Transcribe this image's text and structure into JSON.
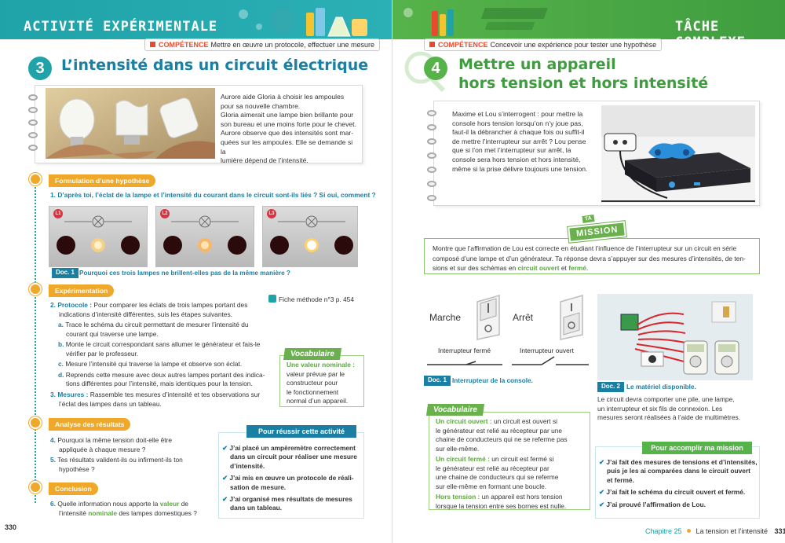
{
  "left_page": {
    "banner_title": "ACTIVITÉ EXPÉRIMENTALE",
    "competence": {
      "label": "COMPÉTENCE",
      "text": "Mettre en œuvre un protocole, effectuer une mesure"
    },
    "activity_number": "3",
    "activity_title": "L’intensité dans un circuit électrique",
    "story": [
      "Aurore aide Gloria à choisir les ampoules",
      "pour sa nouvelle chambre.",
      "Gloria aimerait une lampe bien brillante pour",
      "son bureau et une moins forte pour le chevet.",
      "Aurore observe que des intensités sont mar-",
      "quées sur les ampoules. Elle se demande si la",
      "lumière dépend de l’intensité."
    ],
    "hypothesis": {
      "section": "Formulation d’une hypothèse",
      "q_num": "1.",
      "q_text": "D’après toi, l’éclat de la lampe et l’intensité du courant dans le circuit sont-ils liés ? Si oui, comment ?"
    },
    "lamps": [
      "L1",
      "L2",
      "L3"
    ],
    "doc1": {
      "tag": "Doc. 1",
      "caption": "Pourquoi ces trois lampes ne brillent-elles pas de la même manière ?"
    },
    "experimentation": {
      "section": "Expérimentation",
      "fiche": "Fiche méthode n°3 p. 454",
      "q2_num": "2.",
      "q2_label": "Protocole :",
      "q2_text_1": "Pour comparer les éclats de trois lampes portant des",
      "q2_text_2": "indications d’intensité différentes, suis les étapes suivantes.",
      "steps": [
        {
          "letter": "a.",
          "line1": "Trace le schéma du circuit permettant de mesurer l’intensité du",
          "line2": "courant qui traverse une lampe."
        },
        {
          "letter": "b.",
          "line1": "Monte le circuit correspondant sans allumer le générateur et fais-le",
          "line2": "vérifier par le professeur."
        },
        {
          "letter": "c.",
          "line1": "Mesure l’intensité qui traverse la lampe et observe son éclat.",
          "line2": ""
        },
        {
          "letter": "d.",
          "line1": "Reprends cette mesure avec deux autres lampes portant des indica-",
          "line2": "tions différentes pour l’intensité, mais identiques pour la tension."
        }
      ],
      "q3_num": "3.",
      "q3_label": "Mesures :",
      "q3_text_1": "Rassemble tes mesures d’intensité et tes observations sur",
      "q3_text_2": "l’éclat des lampes dans un tableau."
    },
    "vocab": {
      "tag": "Vocabulaire",
      "term": "Une valeur nominale :",
      "lines": [
        "valeur prévue par le",
        "constructeur pour",
        "le fonctionnement",
        "normal d’un appareil."
      ]
    },
    "analyse": {
      "section": "Analyse des résultats",
      "q4_num": "4.",
      "q4_lines": [
        "Pourquoi la même tension doit-elle être",
        "appliquée à chaque mesure ?"
      ],
      "q5_num": "5.",
      "q5_lines": [
        "Tes résultats valident-ils ou infirment-ils ton",
        "hypothèse ?"
      ]
    },
    "reussir": {
      "tag": "Pour réussir cette activité",
      "items": [
        [
          "J’ai placé un ampèremètre correctement",
          "dans un circuit pour réaliser une mesure",
          "d’intensité."
        ],
        [
          "J’ai mis en œuvre un protocole de réali-",
          "sation de mesure."
        ],
        [
          "J’ai organisé mes résultats de mesures",
          "dans un tableau."
        ]
      ]
    },
    "conclusion": {
      "section": "Conclusion",
      "q6_num": "6.",
      "q6_pre": "Quelle information nous apporte la",
      "q6_kw1": "valeur",
      "q6_de": "de",
      "q6_pre2": "l’intensité",
      "q6_kw2": "nominale",
      "q6_post": "des lampes domestiques ?"
    },
    "page_number": "330"
  },
  "right_page": {
    "banner_title": "TÂCHE COMPLEXE",
    "competence": {
      "label": "COMPÉTENCE",
      "text": "Concevoir une expérience pour tester une hypothèse"
    },
    "activity_number": "4",
    "activity_title_1": "Mettre un appareil",
    "activity_title_2": "hors tension et hors intensité",
    "story": [
      "Maxime et Lou s’interrogent : pour mettre la",
      "console hors tension lorsqu’on n’y joue pas,",
      "faut-il la débrancher à chaque fois ou suffit-il",
      "de mettre l’interrupteur sur arrêt ? Lou pense",
      "que si l’on met l’interrupteur sur arrêt, la",
      "console sera hors tension et hors intensité,",
      "même si la prise délivre toujours une tension."
    ],
    "mission": {
      "tag_small": "TA",
      "tag": "MISSION",
      "lines": [
        "Montre que l’affirmation de Lou est correcte en étudiant l’influence de l’interrupteur sur un circuit en série",
        "composé d’une lampe et d’un générateur. Ta réponse devra s’appuyer sur des mesures d’intensités, de ten-"
      ],
      "line3_pre": "sions et sur des schémas en",
      "kw1": "circuit ouvert",
      "and": "et",
      "kw2": "fermé",
      "dot": "."
    },
    "switches": {
      "marche": "Marche",
      "arret": "Arrêt",
      "ferme": "Interrupteur fermé",
      "ouvert": "Interrupteur ouvert"
    },
    "doc1": {
      "tag": "Doc. 1",
      "caption": "Interrupteur de la console."
    },
    "doc2": {
      "tag": "Doc. 2",
      "caption": "Le matériel disponible."
    },
    "materiel": [
      "Le circuit devra comporter une pile, une lampe,",
      "un interrupteur et six fils de connexion. Les",
      "mesures seront réalisées à l’aide de multimètres."
    ],
    "vocab": {
      "tag": "Vocabulaire",
      "entries": [
        {
          "term": "Un circuit ouvert :",
          "lines": [
            "un circuit est ouvert si",
            "le générateur est relié au récepteur par une",
            "chaine de conducteurs qui ne se referme pas",
            "sur elle-même."
          ]
        },
        {
          "term": "Un circuit fermé :",
          "lines": [
            "un circuit est fermé si",
            "le générateur est relié au récepteur par",
            "une chaine de conducteurs qui se referme",
            "sur elle-même en formant une boucle."
          ]
        },
        {
          "term": "Hors tension :",
          "lines": [
            "un appareil est hors tension",
            "lorsque la tension entre ses bornes est nulle."
          ]
        }
      ]
    },
    "accomplir": {
      "tag": "Pour accomplir ma mission",
      "items": [
        [
          "J’ai fait des mesures de tensions et d’intensités,",
          "puis je les ai comparées dans le circuit ouvert",
          "et fermé."
        ],
        [
          "J’ai fait le schéma du circuit ouvert et fermé."
        ],
        [
          "J’ai prouvé l’affirmation de Lou."
        ]
      ]
    },
    "footer_chapter": "Chapitre 25",
    "footer_title": "La tension et l’intensité",
    "page_number": "331"
  },
  "colors": {
    "teal": "#1fa3a9",
    "green": "#56b34a",
    "orange": "#f0a82a",
    "red": "#e84a2b",
    "blue": "#1a7fa3"
  }
}
